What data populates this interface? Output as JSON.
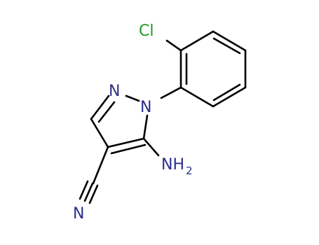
{
  "molecule": {
    "atoms": {
      "cl": "Cl",
      "n2": "N",
      "n1": "N",
      "amine": "NH",
      "amine_subscript": "2",
      "nitrile_n": "N"
    },
    "colors": {
      "bond": "#000000",
      "nitrogen": "#2e2e8c",
      "chlorine": "#1f9a1f"
    }
  }
}
